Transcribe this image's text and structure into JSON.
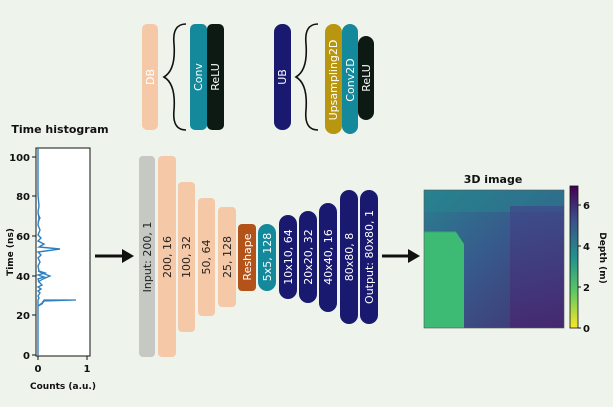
{
  "legend": {
    "db": {
      "label": "DB",
      "color": "#f5c9a8"
    },
    "conv": {
      "label": "Conv",
      "color": "#13899b"
    },
    "relu": {
      "label": "ReLU",
      "color": "#0d1a14"
    },
    "ub": {
      "label": "UB",
      "color": "#191970"
    },
    "upsampling": {
      "label": "Upsampling2D",
      "color": "#b8960f"
    },
    "conv2d": {
      "label": "Conv2D",
      "color": "#13899b"
    },
    "relu2": {
      "label": "ReLU",
      "color": "#0d1a14"
    }
  },
  "histogram": {
    "title": "Time histogram",
    "ylabel": "Time (ns)",
    "xlabel": "Counts (a.u.)",
    "yticks": [
      "0",
      "20",
      "40",
      "60",
      "80",
      "100"
    ],
    "xticks": [
      "0",
      "1"
    ],
    "line_color": "#2e7fbf"
  },
  "network": {
    "blocks": [
      {
        "label": "Input: 200, 1",
        "color": "#c5c8c3"
      },
      {
        "label": "200, 16",
        "color": "#f5c9a8"
      },
      {
        "label": "100, 32",
        "color": "#f5c9a8"
      },
      {
        "label": "50, 64",
        "color": "#f5c9a8"
      },
      {
        "label": "25, 128",
        "color": "#f5c9a8"
      },
      {
        "label": "Reshape",
        "color": "#b3531a"
      },
      {
        "label": "5x5, 128",
        "color": "#13899b"
      },
      {
        "label": "10x10, 64",
        "color": "#191970"
      },
      {
        "label": "20x20, 32",
        "color": "#191970"
      },
      {
        "label": "40x40, 16",
        "color": "#191970"
      },
      {
        "label": "80x80, 8",
        "color": "#191970"
      },
      {
        "label": "Output: 80x80, 1",
        "color": "#191970"
      }
    ]
  },
  "image3d": {
    "title": "3D image",
    "colorbar_label": "Depth (m)",
    "colorbar_ticks": [
      "0",
      "2",
      "4",
      "6"
    ]
  }
}
